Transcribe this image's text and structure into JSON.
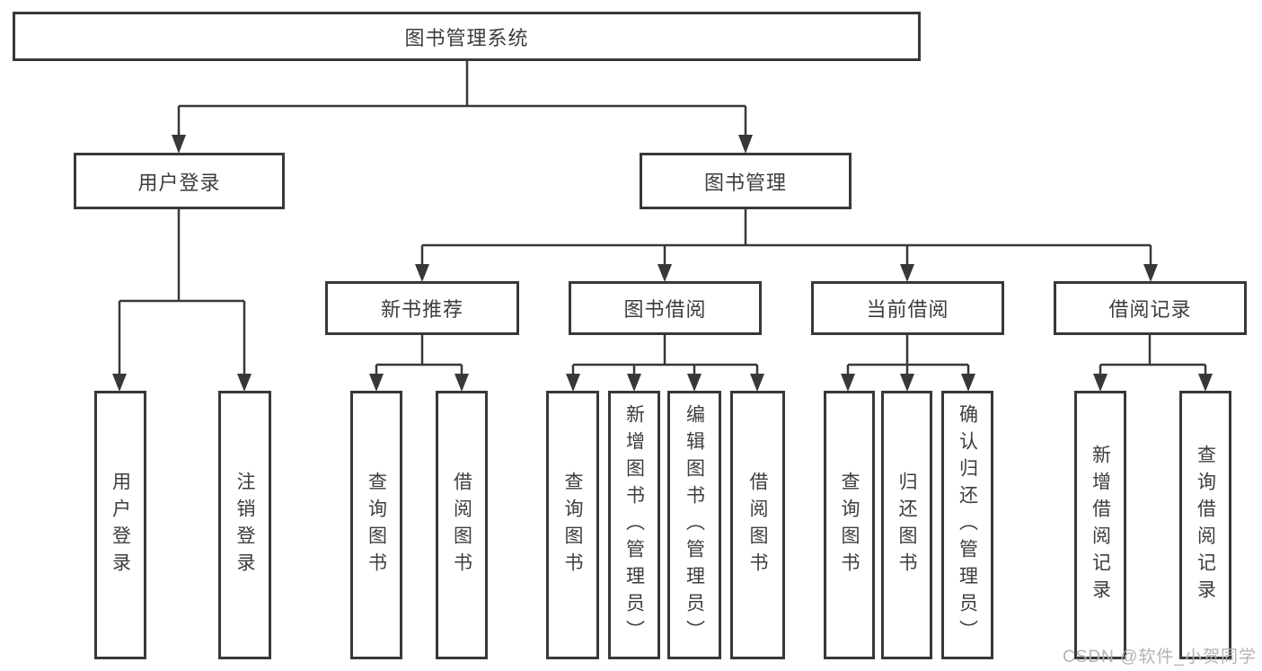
{
  "diagram": {
    "root": {
      "label": "图书管理系统"
    },
    "branches": [
      {
        "label": "用户登录",
        "children": [
          {
            "label": "用户登录"
          },
          {
            "label": "注销登录"
          }
        ]
      },
      {
        "label": "图书管理",
        "children": [
          {
            "label": "新书推荐",
            "children": [
              {
                "label": "查询图书"
              },
              {
                "label": "借阅图书"
              }
            ]
          },
          {
            "label": "图书借阅",
            "children": [
              {
                "label": "查询图书"
              },
              {
                "label": "新增图书（管理员）"
              },
              {
                "label": "编辑图书（管理员）"
              },
              {
                "label": "借阅图书"
              }
            ]
          },
          {
            "label": "当前借阅",
            "children": [
              {
                "label": "查询图书"
              },
              {
                "label": "归还图书"
              },
              {
                "label": "确认归还（管理员）"
              }
            ]
          },
          {
            "label": "借阅记录",
            "children": [
              {
                "label": "新增借阅记录"
              },
              {
                "label": "查询借阅记录"
              }
            ]
          }
        ]
      }
    ],
    "watermark": "CSDN @软件_小贺同学",
    "colors": {
      "line": "#383838",
      "box_border": "#383838",
      "text": "#3d3d3d",
      "watermark": "#b3b3b3",
      "background": "#ffffff"
    }
  }
}
